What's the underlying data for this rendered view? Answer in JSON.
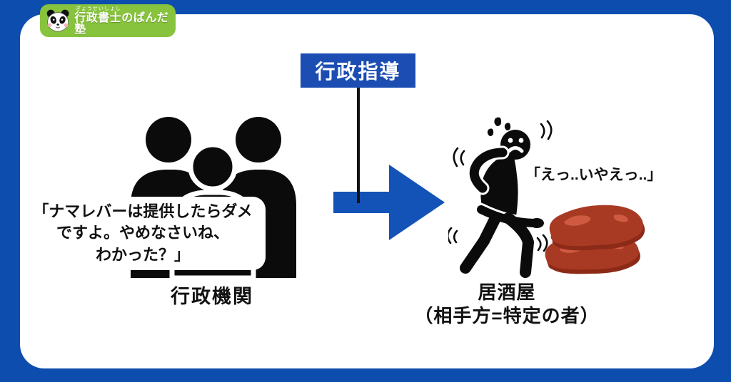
{
  "colors": {
    "background": "#0d4dae",
    "card": "#ffffff",
    "label_bg": "#1b4db2",
    "arrow_blue": "#1353b7",
    "logo_green": "#87c33c",
    "text": "#111111",
    "liver_main": "#a83a23",
    "liver_dark": "#8c2a18",
    "liver_highlight": "#cf5a41"
  },
  "logo": {
    "furigana": "ぎょうせいしょし",
    "brand": "行政書士のぱんだ塾",
    "icon": "panda-face-icon"
  },
  "diagram": {
    "label": "行政指導",
    "left": {
      "icon": "government-officials-group-icon",
      "speech_lines": [
        "「ナマレバーは提供したらダメ",
        "ですよ。やめなさいね、",
        "わかった？」"
      ],
      "caption": "行政機関"
    },
    "right": {
      "person_icon": "scared-person-icon",
      "object_icon": "raw-liver-icon",
      "speech": "「えっ..いやえっ..」",
      "caption_lines": [
        "居酒屋",
        "（相手方=特定の者）"
      ]
    }
  }
}
